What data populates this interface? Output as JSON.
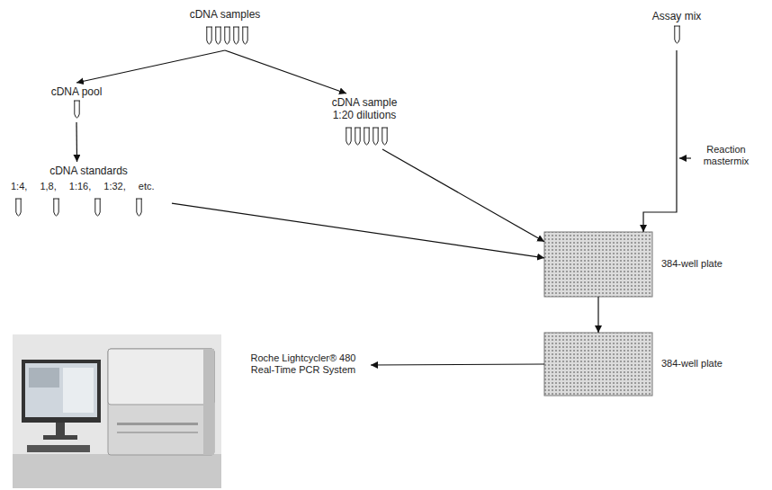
{
  "diagram": {
    "nodes": [
      {
        "text": [
          "cDNA samples"
        ]
      },
      {
        "text": [
          "cDNA pool"
        ]
      },
      {
        "text": [
          "cDNA sample 1:20 dilutions"
        ]
      },
      {
        "text": [
          "cDNA standards",
          "1:4, 1,8, 1:16, 1:32, etc."
        ]
      },
      {
        "text": [
          "Assay mix"
        ]
      },
      {
        "text": [
          "384-well plate"
        ]
      },
      {
        "text": [
          "384-well plate"
        ]
      },
      {
        "text": [
          "Roche Lightcycler® 480 Real-Time PCR System"
        ]
      }
    ],
    "edges": [
      {
        "from": 0,
        "to": 1,
        "arrow": "to"
      },
      {
        "from": 0,
        "to": 2,
        "arrow": "to"
      },
      {
        "from": 1,
        "to": 3,
        "arrow": "to"
      },
      {
        "from": 2,
        "to": 5,
        "arrow": "to"
      },
      {
        "from": 3,
        "to": 5,
        "arrow": "to"
      },
      {
        "from": 4,
        "to": 5,
        "arrow": "to",
        "label": "Reaction mastermix"
      },
      {
        "from": 5,
        "to": 6,
        "arrow": "to"
      },
      {
        "from": 6,
        "to": 7,
        "arrow": "to"
      }
    ]
  }
}
